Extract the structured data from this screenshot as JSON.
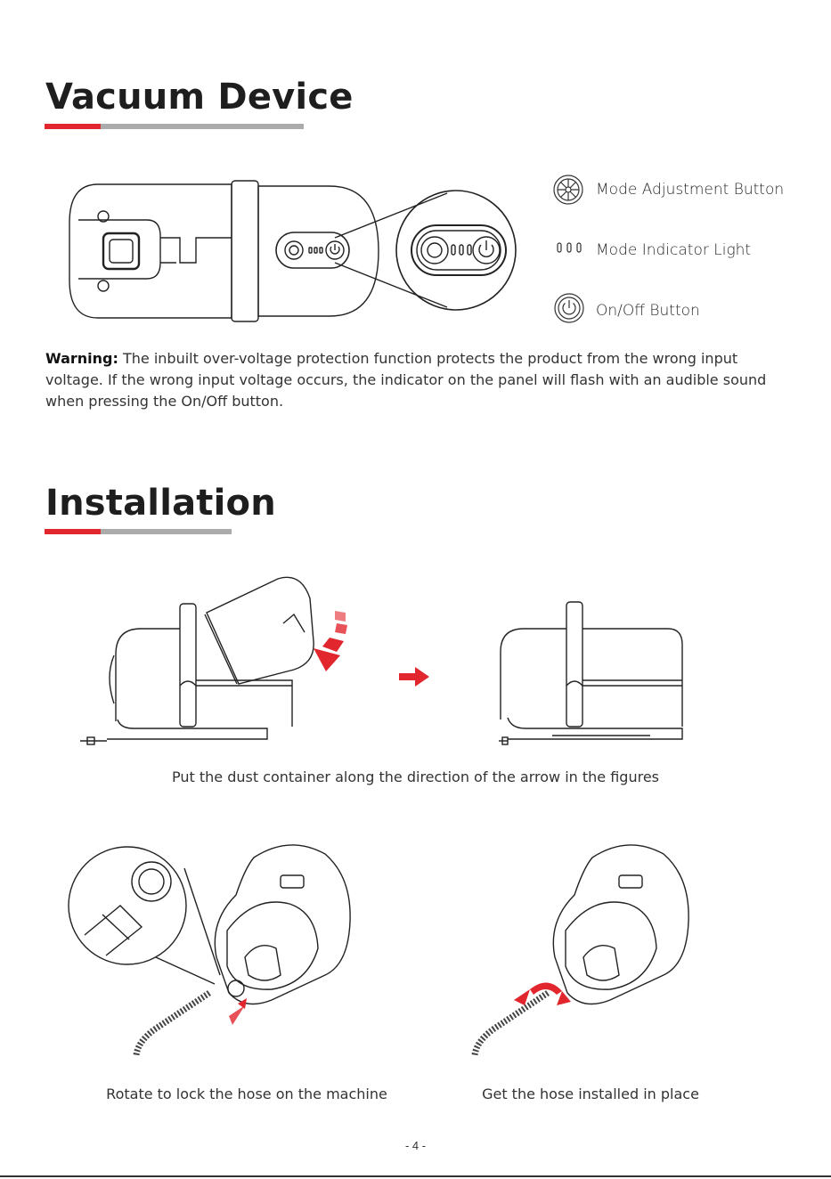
{
  "sections": {
    "vacuum": {
      "title": "Vacuum Device"
    },
    "installation": {
      "title": "Installation"
    }
  },
  "legend": {
    "mode_adjust": "Mode Adjustment Button",
    "indicator": "Mode Indicator Light",
    "power": "On/Off Button"
  },
  "warning": {
    "label": "Warning:",
    "text": " The inbuilt over-voltage protection function protects the product from the wrong input voltage. If the wrong input voltage occurs, the indicator on the panel will flash with an audible sound when pressing the On/Off button."
  },
  "captions": {
    "container": "Put the dust container along the direction of the arrow in the figures",
    "rotate": "Rotate to lock the hose on the machine",
    "installed": "Get the hose installed in place"
  },
  "page_number": "- 4 -",
  "colors": {
    "accent": "#e2262d",
    "bar_grey": "#ababab"
  }
}
